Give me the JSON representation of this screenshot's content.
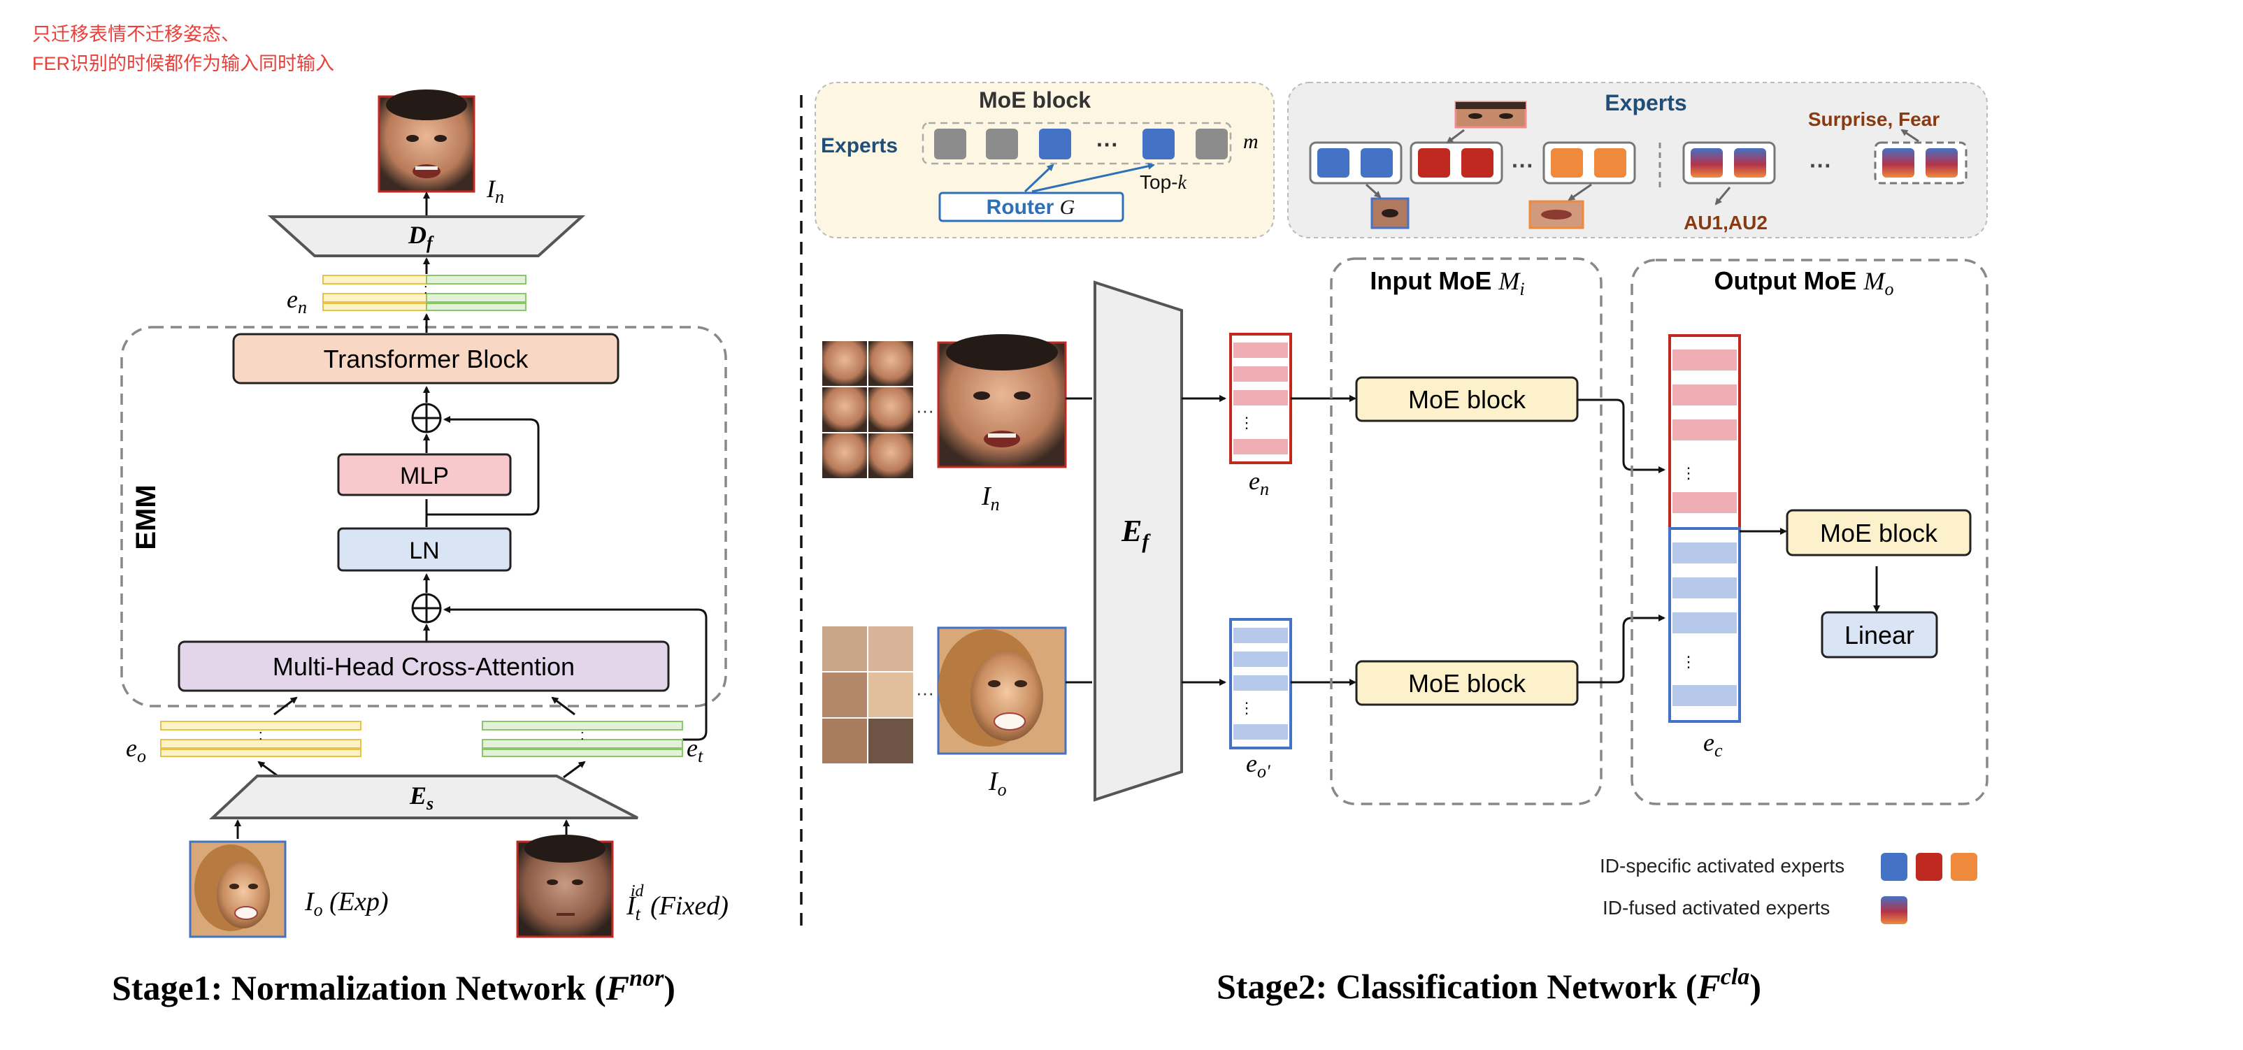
{
  "note": {
    "line1": "只迁移表情不迁移姿态、",
    "line2": "FER识别的时候都作为输入同时输入",
    "color": "#e8403a"
  },
  "stage1": {
    "title_main": "Stage1: Normalization Network (",
    "title_sym": "F",
    "title_sup": "nor",
    "title_close": ")",
    "output_face_label": "I",
    "output_face_sub": "n",
    "decoder_label": "D",
    "decoder_sub": "f",
    "en_label": "e",
    "en_sub": "n",
    "emm_label": "EMM",
    "transformer_label": "Transformer Block",
    "mlp_label": "MLP",
    "ln_label": "LN",
    "mhca_label": "Multi-Head Cross-Attention",
    "eo_label": "e",
    "eo_sub": "o",
    "et_label": "e",
    "et_sub": "t",
    "encoder_label": "E",
    "encoder_sub": "s",
    "input_exp_label": "I",
    "input_exp_sub": "o",
    "input_exp_note": " (Exp)",
    "input_id_label": "I",
    "input_id_sub": "t",
    "input_id_sup": "id",
    "input_id_note": " (Fixed)",
    "dots": ":"
  },
  "stage2": {
    "title_main": "Stage2: Classification Network (",
    "title_sym": "F",
    "title_sup": "cla",
    "title_close": ")",
    "moe_legend": {
      "title": "MoE block",
      "experts_label": "Experts",
      "ellipsis": "···",
      "m_label": "m",
      "router_label": "Router ",
      "router_sym": "G",
      "topk_label": "Top-",
      "topk_sym": "k"
    },
    "experts_legend": {
      "title": "Experts",
      "ellipsis": "···",
      "surprise_fear": "Surprise, Fear",
      "au_label": "AU1,AU2"
    },
    "In_label": "I",
    "In_sub": "n",
    "Io_label": "I",
    "Io_sub": "o",
    "grid_ellipsis": "···",
    "encoder_label": "E",
    "encoder_sub": "f",
    "en_label": "e",
    "en_sub": "n",
    "eo_label": "e",
    "eo_sub": "o'",
    "input_moe_title": "Input MoE ",
    "input_moe_sym": "M",
    "input_moe_sub": "i",
    "output_moe_title": "Output MoE ",
    "output_moe_sym": "M",
    "output_moe_sub": "o",
    "moe_block_1": "MoE block",
    "moe_block_2": "MoE block",
    "moe_block_3": "MoE block",
    "linear_label": "Linear",
    "ec_label": "e",
    "ec_sub": "c",
    "legend_specific": "ID-specific activated experts",
    "legend_fused": "ID-fused activated experts",
    "dots": "⋮"
  },
  "colors": {
    "transformer": "#f8d8c4",
    "mlp": "#f7c9cc",
    "ln": "#d9e4f4",
    "mhca": "#e4d6ea",
    "moe_block": "#fdf1cc",
    "linear": "#d9e4f4",
    "expert_blue": "#4472c4",
    "expert_red": "#c0291f",
    "expert_orange": "#ef8a3d",
    "expert_gray": "#8c8c8c",
    "feat_red": "#eeaeb3",
    "feat_blue": "#b6c9ea",
    "feat_yellow": "#fbe79a",
    "feat_green": "#c4e4b0",
    "router_blue": "#2f6fb7",
    "experts_text": "#1f4e79",
    "brown_text": "#8b3a0f"
  }
}
